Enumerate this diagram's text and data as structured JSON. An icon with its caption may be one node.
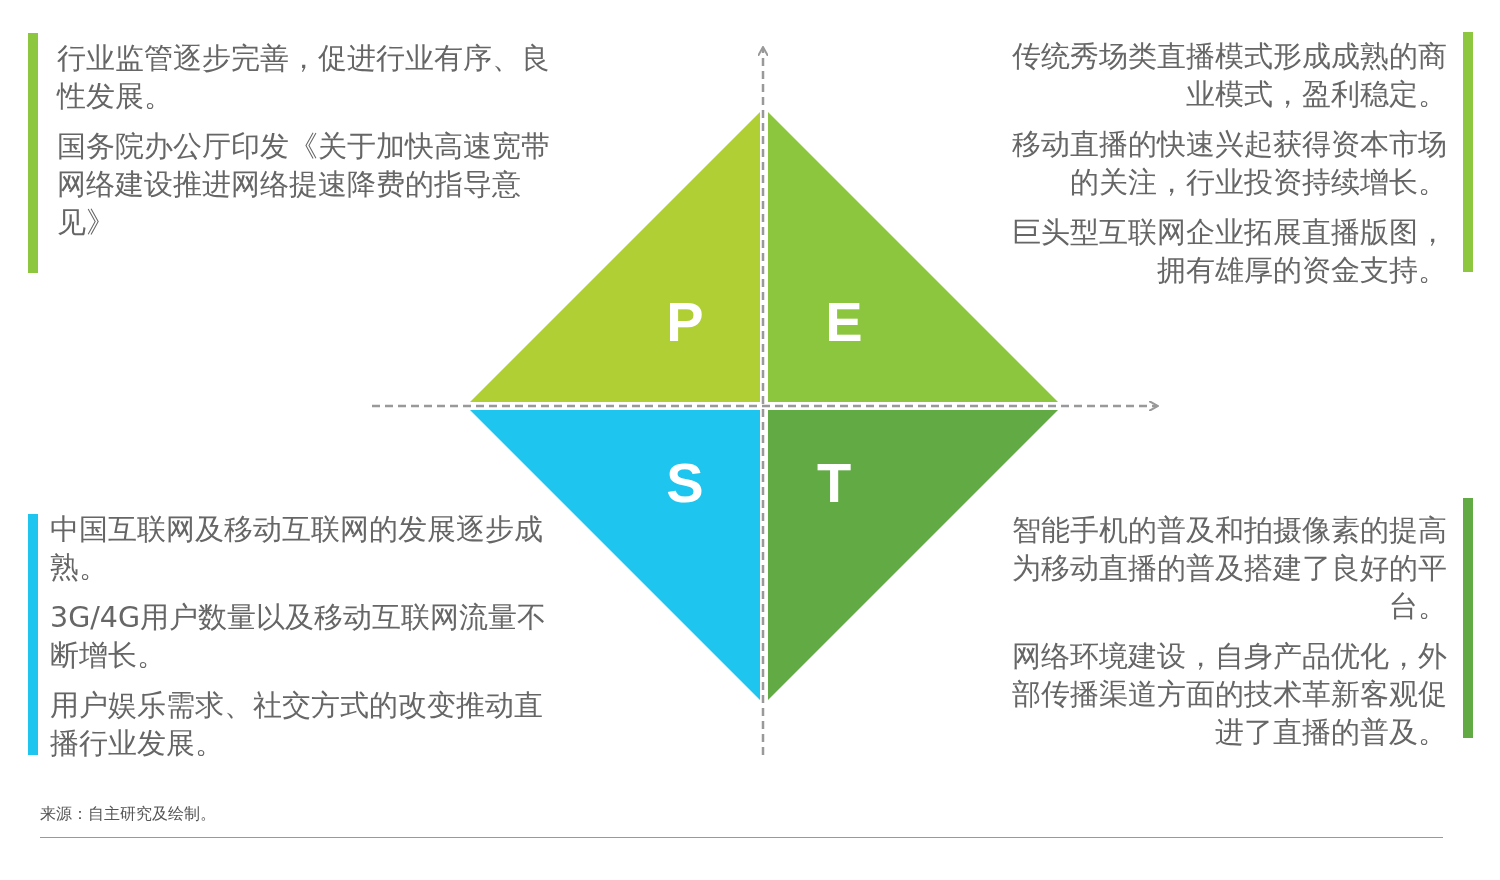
{
  "diagram": {
    "nodes": [
      {
        "text": [
          "P"
        ]
      },
      {
        "text": [
          "E"
        ]
      },
      {
        "text": [
          "S"
        ]
      },
      {
        "text": [
          "T"
        ]
      }
    ],
    "edges": [],
    "labels": [
      "行业监管逐步完善，促进行业有序、良性发展。",
      "国务院办公厅印发《关于加快高速宽带网络建设推进网络提速降费的指导意见》",
      "传统秀场类直播模式形成成熟的商业模式，盈利稳定。",
      "移动直播的快速兴起获得资本市场的关注，行业投资持续增长。",
      "巨头型互联网企业拓展直播版图，拥有雄厚的资金支持。",
      "中国互联网及移动互联网的发展逐步成熟。",
      "3G/4G用户数量以及移动互联网流量不断增长。",
      "用户娱乐需求、社交方式的改变推动直播行业发展。",
      "智能手机的普及和拍摄像素的提高为移动直播的普及搭建了良好的平台。",
      "网络环境建设，自身产品优化，外部传播渠道方面的技术革新客观促进了直播的普及。",
      "来源：自主研究及绘制。"
    ]
  }
}
